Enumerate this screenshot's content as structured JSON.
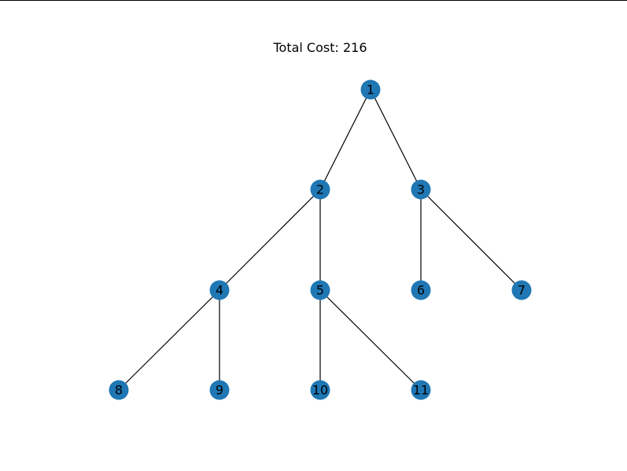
{
  "title": "Total Cost: 216",
  "colors": {
    "node_fill": "#1f77b4",
    "edge_stroke": "#000000",
    "label": "#000000"
  },
  "nodes": [
    {
      "id": "1",
      "label": "1",
      "level": 0
    },
    {
      "id": "2",
      "label": "2",
      "level": 1
    },
    {
      "id": "3",
      "label": "3",
      "level": 1
    },
    {
      "id": "4",
      "label": "4",
      "level": 2
    },
    {
      "id": "5",
      "label": "5",
      "level": 2
    },
    {
      "id": "6",
      "label": "6",
      "level": 2
    },
    {
      "id": "7",
      "label": "7",
      "level": 2
    },
    {
      "id": "8",
      "label": "8",
      "level": 3
    },
    {
      "id": "9",
      "label": "9",
      "level": 3
    },
    {
      "id": "10",
      "label": "10",
      "level": 3
    },
    {
      "id": "11",
      "label": "11",
      "level": 3
    }
  ],
  "edges": [
    {
      "from": "1",
      "to": "2"
    },
    {
      "from": "1",
      "to": "3"
    },
    {
      "from": "2",
      "to": "4"
    },
    {
      "from": "2",
      "to": "5"
    },
    {
      "from": "3",
      "to": "6"
    },
    {
      "from": "3",
      "to": "7"
    },
    {
      "from": "4",
      "to": "8"
    },
    {
      "from": "4",
      "to": "9"
    },
    {
      "from": "5",
      "to": "10"
    },
    {
      "from": "5",
      "to": "11"
    }
  ]
}
